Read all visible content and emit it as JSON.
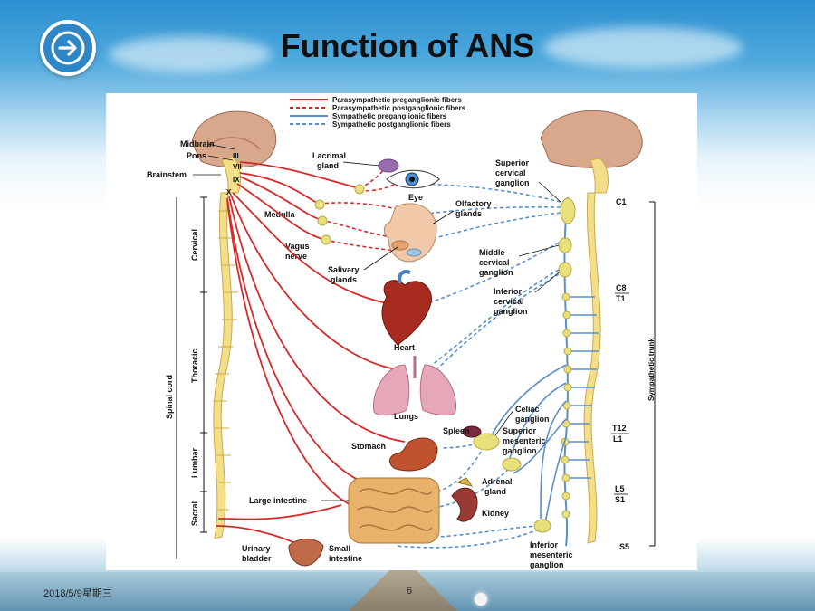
{
  "slide": {
    "title": "Function of ANS",
    "footer_date": "2018/5/9星期三",
    "page_number": "6",
    "nav_icon": "arrow-right-circle-icon"
  },
  "diagram": {
    "legend": [
      {
        "label": "Parasympathetic preganglionic fibers",
        "color": "#d62a2a",
        "style": "solid"
      },
      {
        "label": "Parasympathetic postganglionic fibers",
        "color": "#d62a2a",
        "style": "dashed"
      },
      {
        "label": "Sympathetic preganglionic fibers",
        "color": "#5b8fc9",
        "style": "solid"
      },
      {
        "label": "Sympathetic postganglionic fibers",
        "color": "#5b8fc9",
        "style": "dashed"
      }
    ],
    "left_labels": {
      "midbrain": "Midbrain",
      "pons": "Pons",
      "brainstem": "Brainstem",
      "medulla": "Medulla",
      "vagus_1": "Vagus",
      "vagus_2": "nerve",
      "cervical": "Cervical",
      "thoracic": "Thoracic",
      "lumbar": "Lumbar",
      "sacral": "Sacral",
      "spinal_cord": "Spinal cord",
      "cn_3": "III",
      "cn_7": "VII",
      "cn_9": "IX",
      "cn_10": "X"
    },
    "organs": {
      "lacrimal_1": "Lacrimal",
      "lacrimal_2": "gland",
      "eye": "Eye",
      "olfactory_1": "Olfactory",
      "olfactory_2": "glands",
      "salivary_1": "Salivary",
      "salivary_2": "glands",
      "heart": "Heart",
      "lungs": "Lungs",
      "stomach": "Stomach",
      "spleen": "Spleen",
      "large_intestine": "Large intestine",
      "adrenal_1": "Adrenal",
      "adrenal_2": "gland",
      "kidney": "Kidney",
      "bladder_1": "Urinary",
      "bladder_2": "bladder",
      "small_int_1": "Small",
      "small_int_2": "intestine"
    },
    "right_labels": {
      "sup_cervical_1": "Superior",
      "sup_cervical_2": "cervical",
      "sup_cervical_3": "ganglion",
      "mid_cervical_1": "Middle",
      "mid_cervical_2": "cervical",
      "mid_cervical_3": "ganglion",
      "inf_cervical_1": "Inferior",
      "inf_cervical_2": "cervical",
      "inf_cervical_3": "ganglion",
      "celiac_1": "Celiac",
      "celiac_2": "ganglion",
      "sup_mes_1": "Superior",
      "sup_mes_2": "mesenteric",
      "sup_mes_3": "ganglion",
      "inf_mes_1": "Inferior",
      "inf_mes_2": "mesenteric",
      "inf_mes_3": "ganglion",
      "sympathetic_trunk": "Sympathetic trunk",
      "c1": "C1",
      "c8": "C8",
      "t1": "T1",
      "t12": "T12",
      "l1": "L1",
      "l5": "L5",
      "s1": "S1",
      "s5": "S5"
    },
    "colors": {
      "parasympathetic": "#d62a2a",
      "sympathetic": "#5b8fc9",
      "spinal_cord": "#f3df8a",
      "brain": "#d9a88c",
      "ganglion": "#e8e07a"
    }
  }
}
